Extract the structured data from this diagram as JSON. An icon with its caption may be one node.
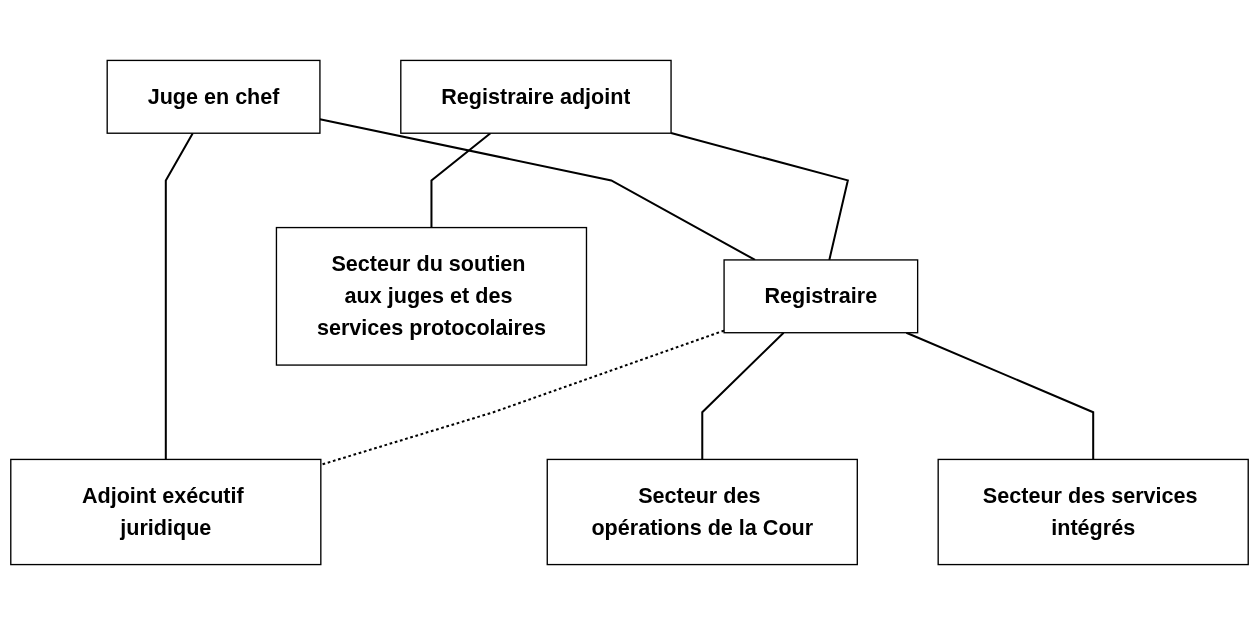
{
  "diagram": {
    "nodes": [
      {
        "text": [
          "Juge en chef"
        ]
      },
      {
        "text": [
          "Registraire adjoint"
        ]
      },
      {
        "text": [
          "Registraire"
        ]
      },
      {
        "text": [
          "Adjoint exécutif juridique"
        ]
      },
      {
        "text": [
          "Secteur du soutien aux juges et des services protocolaires"
        ]
      },
      {
        "text": [
          "Secteur des opérations de la Cour"
        ]
      },
      {
        "text": [
          "Secteur des services intégrés"
        ]
      }
    ],
    "edges": [
      {
        "from": 0,
        "to": 2,
        "arrow": "none"
      },
      {
        "from": 0,
        "to": 3,
        "arrow": "none"
      },
      {
        "from": 1,
        "to": 2,
        "arrow": "none"
      },
      {
        "from": 2,
        "to": 3,
        "arrow": "none",
        "style": "dashed"
      },
      {
        "from": 1,
        "to": 4,
        "arrow": "none"
      },
      {
        "from": 2,
        "to": 5,
        "arrow": "none"
      },
      {
        "from": 2,
        "to": 6,
        "arrow": "none"
      }
    ]
  }
}
